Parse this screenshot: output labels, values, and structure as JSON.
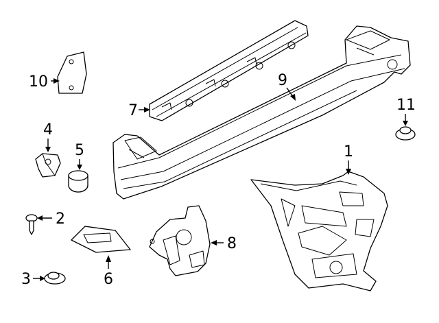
{
  "diagram": {
    "callouts": [
      {
        "id": "1",
        "text": "1"
      },
      {
        "id": "2",
        "text": "2"
      },
      {
        "id": "3",
        "text": "3"
      },
      {
        "id": "4",
        "text": "4"
      },
      {
        "id": "5",
        "text": "5"
      },
      {
        "id": "6",
        "text": "6"
      },
      {
        "id": "7",
        "text": "7"
      },
      {
        "id": "8",
        "text": "8"
      },
      {
        "id": "9",
        "text": "9"
      },
      {
        "id": "10",
        "text": "10"
      },
      {
        "id": "11",
        "text": "11"
      }
    ]
  }
}
